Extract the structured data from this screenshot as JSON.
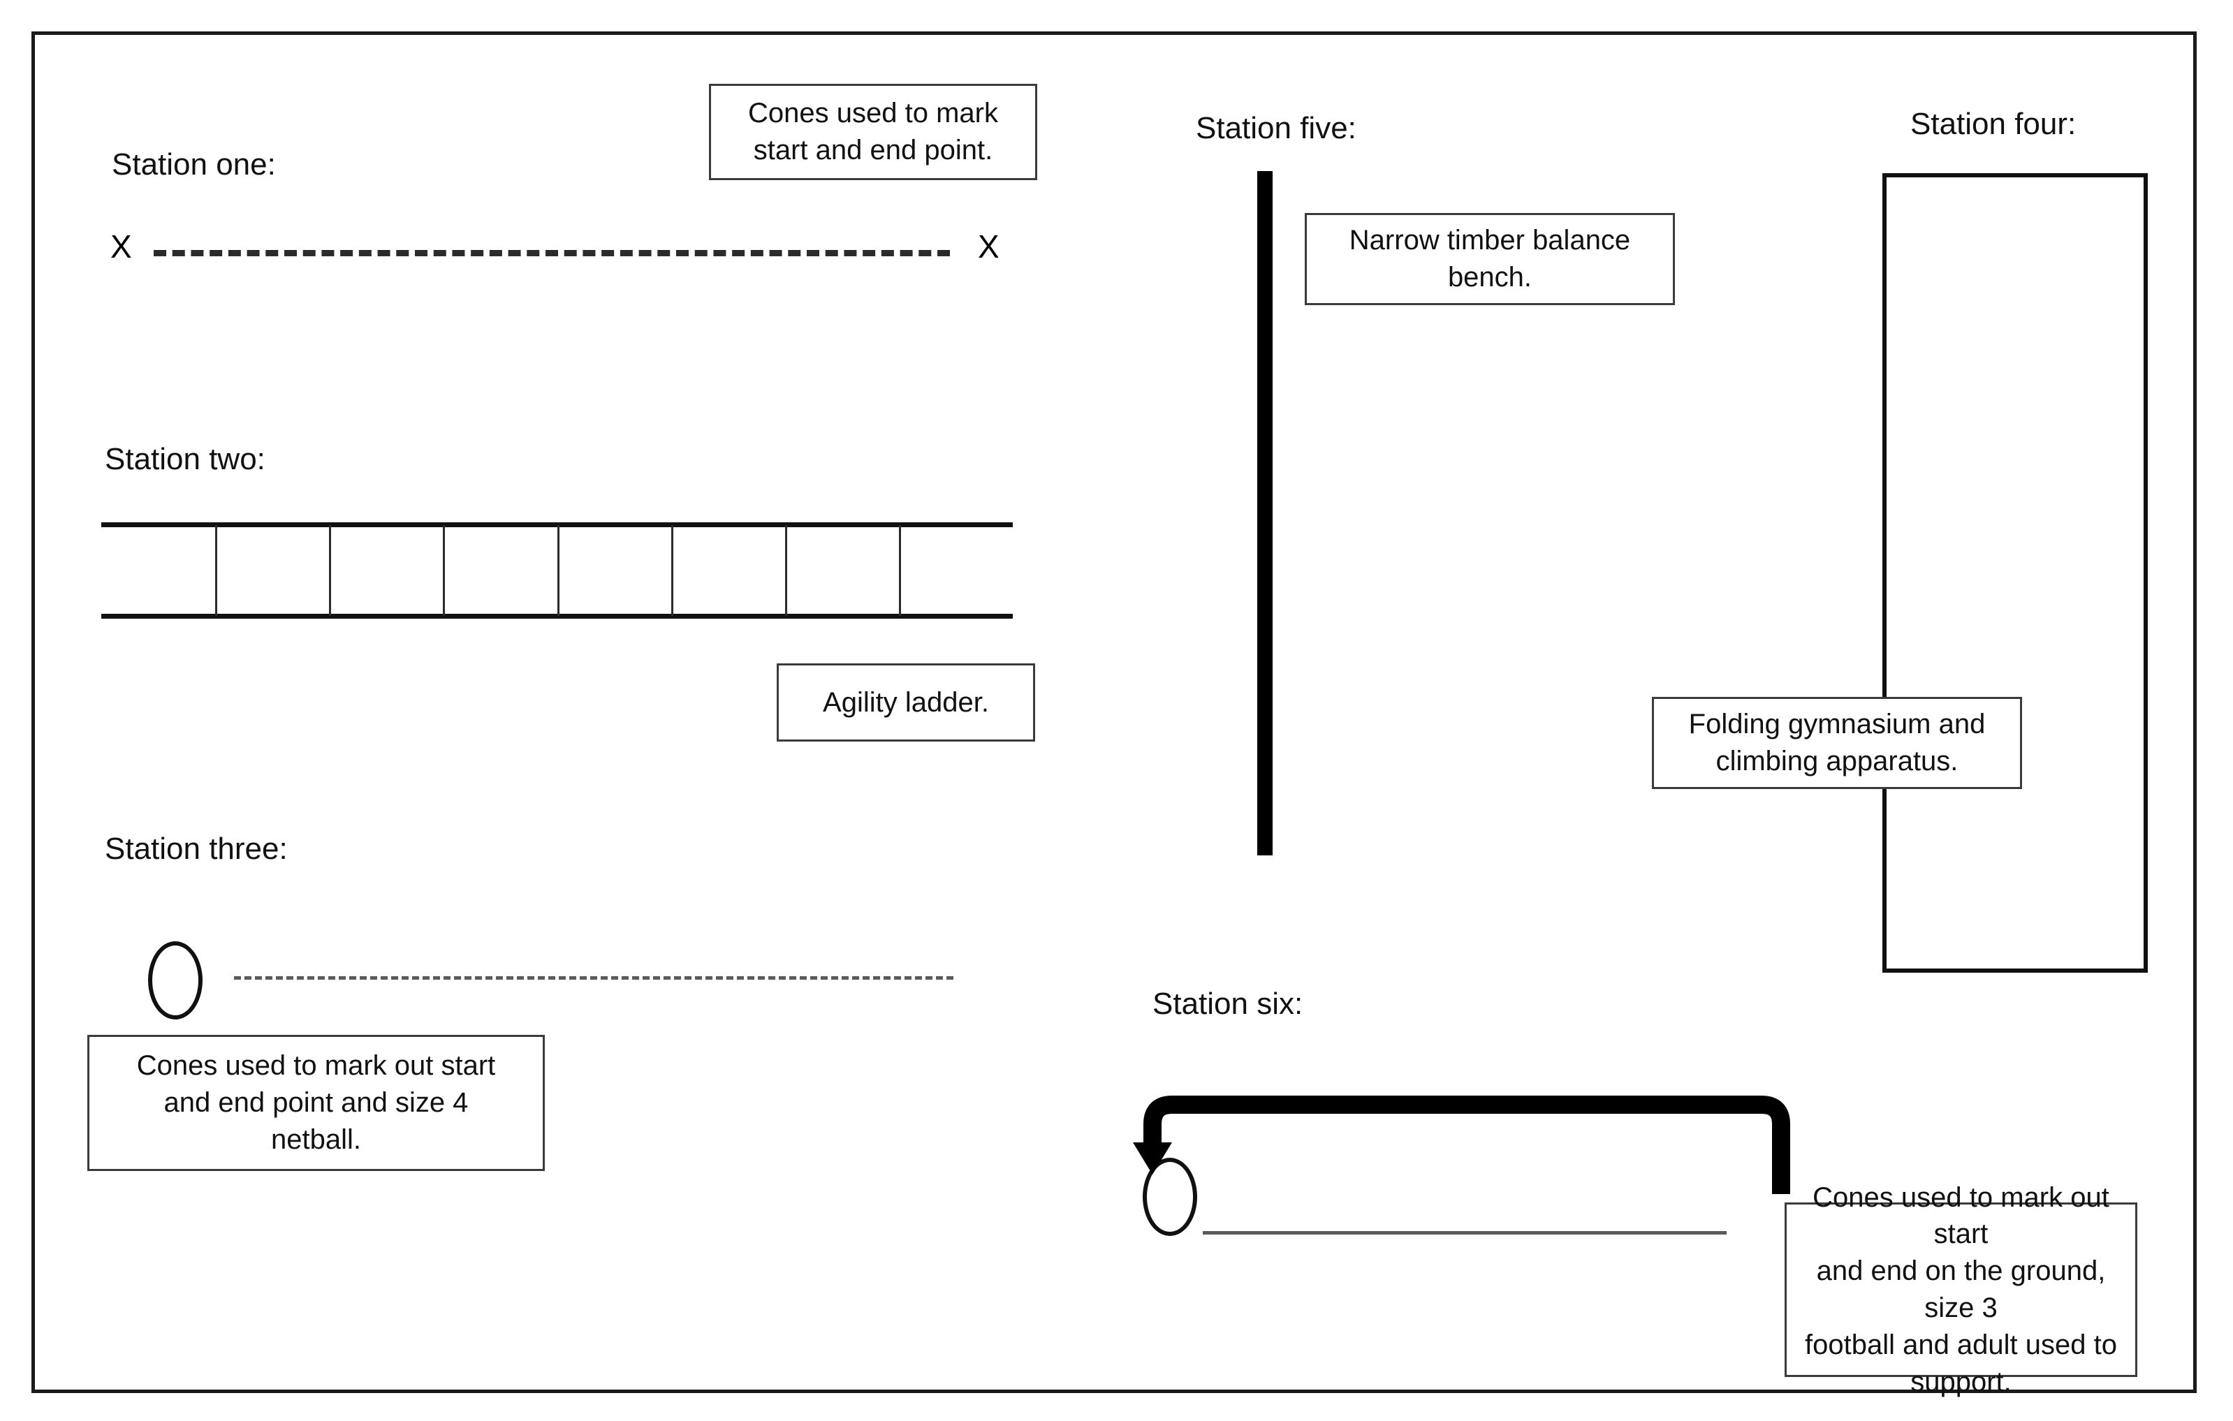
{
  "page": {
    "title": "Circuit stations layout",
    "border_color": "#1a1a1a",
    "background": "#ffffff"
  },
  "stations": [
    {
      "id": "one",
      "label": "Station one:",
      "marker_left": "X",
      "marker_right": "X",
      "equipment": "dashed-running-line",
      "callout": "Cones used to mark start and end point."
    },
    {
      "id": "two",
      "label": "Station two:",
      "equipment": "agility-ladder",
      "rungs": 7,
      "cells": 8,
      "callout": "Agility ladder."
    },
    {
      "id": "three",
      "label": "Station three:",
      "equipment": "ball-and-dash-dot-line",
      "callout": "Cones used to mark out start and end point and size 4 netball."
    },
    {
      "id": "four",
      "label": "Station four:",
      "equipment": "tall-rectangle-apparatus",
      "callout": "Folding gymnasium and climbing apparatus."
    },
    {
      "id": "five",
      "label": "Station five:",
      "equipment": "vertical-thick-bar",
      "callout": "Narrow timber balance bench."
    },
    {
      "id": "six",
      "label": "Station six:",
      "equipment": "curved-arrow-ball-and-ground-line",
      "callout": "Cones used to mark out start and end on the ground, size 3 football and adult used to support."
    }
  ],
  "callout_lines": {
    "station_one": [
      "Cones used to mark",
      "start and end point."
    ],
    "station_two": [
      "Agility ladder."
    ],
    "station_three": [
      "Cones used to mark out start",
      "and end point and size 4",
      "netball."
    ],
    "station_four": [
      "Folding gymnasium and",
      "climbing apparatus."
    ],
    "station_five": [
      "Narrow timber balance",
      "bench."
    ],
    "station_six": [
      "Cones used to mark out start",
      "and end on the ground, size 3",
      "football and adult used to",
      "support."
    ]
  }
}
